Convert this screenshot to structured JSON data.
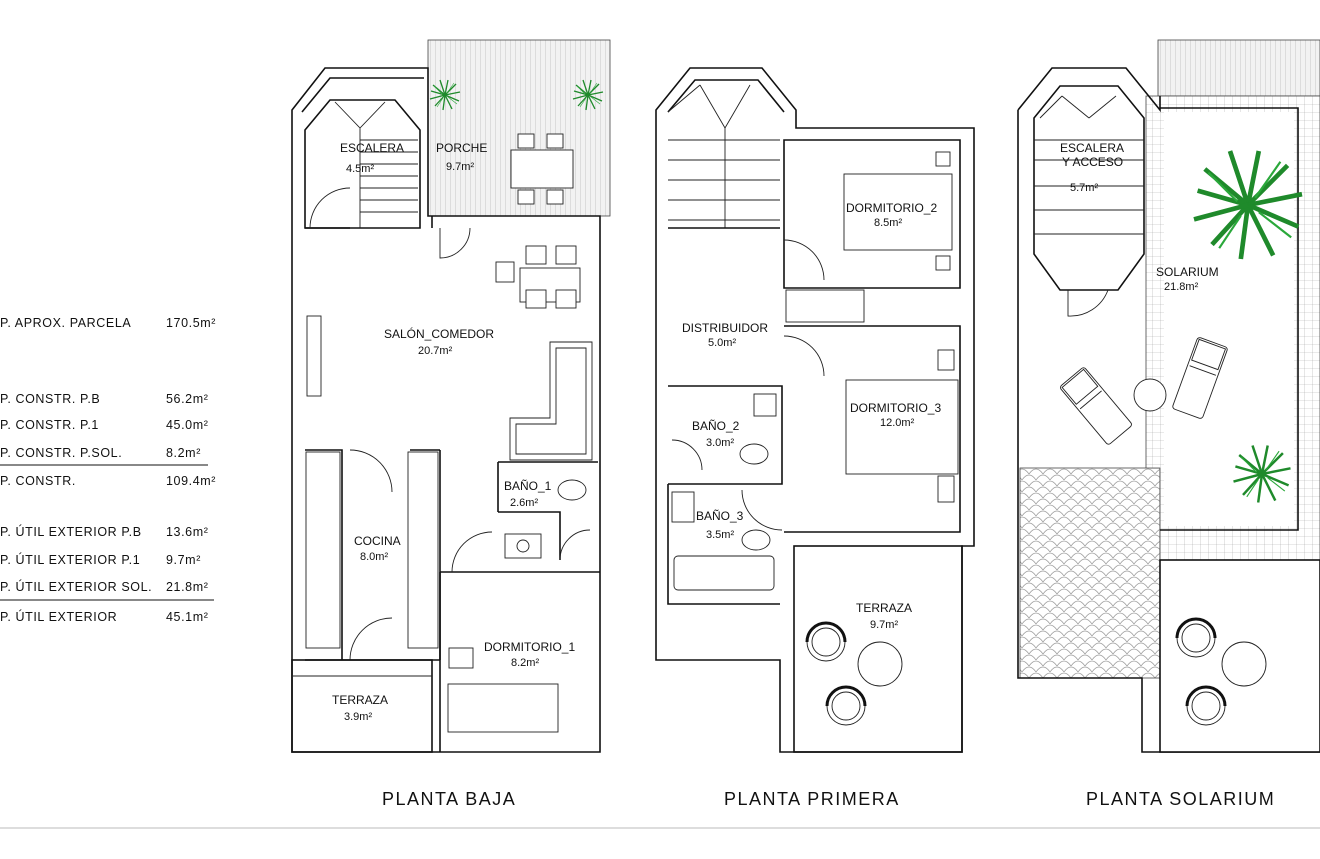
{
  "surfaces": [
    {
      "label": "P. APROX. PARCELA",
      "value": "170.5m²",
      "underline": false
    },
    {
      "label": "P. CONSTR. P.B",
      "value": "56.2m²",
      "underline": false
    },
    {
      "label": "P. CONSTR. P.1",
      "value": "45.0m²",
      "underline": false
    },
    {
      "label": "P. CONSTR. P.SOL.",
      "value": "8.2m²",
      "underline": true
    },
    {
      "label": "P. CONSTR.",
      "value": "109.4m²",
      "underline": false
    },
    {
      "label": "P. ÚTIL EXTERIOR P.B",
      "value": "13.6m²",
      "underline": false
    },
    {
      "label": "P. ÚTIL EXTERIOR P.1",
      "value": "9.7m²",
      "underline": false
    },
    {
      "label": "P. ÚTIL EXTERIOR SOL.",
      "value": "21.8m²",
      "underline": true
    },
    {
      "label": "P. ÚTIL EXTERIOR",
      "value": "45.1m²",
      "underline": false
    }
  ],
  "floors": {
    "baja": {
      "title": "PLANTA BAJA",
      "rooms": {
        "escalera": {
          "name": "ESCALERA",
          "area": "4.5m²"
        },
        "porche": {
          "name": "PORCHE",
          "area": "9.7m²"
        },
        "salon": {
          "name": "SALÓN_COMEDOR",
          "area": "20.7m²"
        },
        "bano1": {
          "name": "BAÑO_1",
          "area": "2.6m²"
        },
        "cocina": {
          "name": "COCINA",
          "area": "8.0m²"
        },
        "dormitorio1": {
          "name": "DORMITORIO_1",
          "area": "8.2m²"
        },
        "terraza": {
          "name": "TERRAZA",
          "area": "3.9m²"
        }
      }
    },
    "primera": {
      "title": "PLANTA PRIMERA",
      "rooms": {
        "dormitorio2": {
          "name": "DORMITORIO_2",
          "area": "8.5m²"
        },
        "distribuidor": {
          "name": "DISTRIBUIDOR",
          "area": "5.0m²"
        },
        "dormitorio3": {
          "name": "DORMITORIO_3",
          "area": "12.0m²"
        },
        "bano2": {
          "name": "BAÑO_2",
          "area": "3.0m²"
        },
        "bano3": {
          "name": "BAÑO_3",
          "area": "3.5m²"
        },
        "terraza": {
          "name": "TERRAZA",
          "area": "9.7m²"
        }
      }
    },
    "solarium": {
      "title": "PLANTA SOLARIUM",
      "rooms": {
        "escalera_l1": "ESCALERA",
        "escalera_l2": "Y ACCESO",
        "escalera_area": "5.7m²",
        "solarium": {
          "name": "SOLARIUM",
          "area": "21.8m²"
        }
      }
    }
  },
  "colors": {
    "ink": "#111111",
    "background": "#ffffff",
    "plant": "#1f8a2b"
  }
}
